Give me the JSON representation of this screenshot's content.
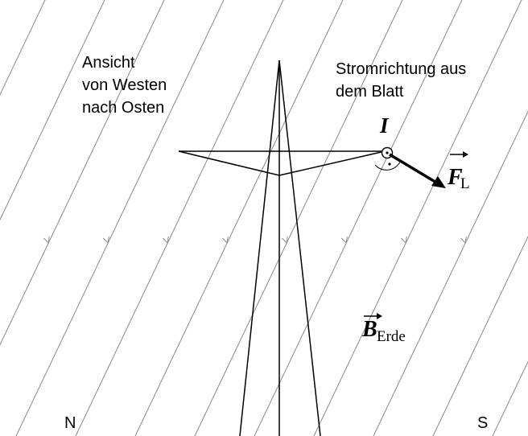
{
  "labels": {
    "view_line1": "Ansicht",
    "view_line2": "von Westen",
    "view_line3": "nach Osten",
    "current_line1": "Stromrichtung aus",
    "current_line2": "dem Blatt",
    "north": "N",
    "south": "S"
  },
  "symbols": {
    "current": "I",
    "force": "F",
    "force_sub": "L",
    "field": "B",
    "field_sub": "Erde"
  }
}
